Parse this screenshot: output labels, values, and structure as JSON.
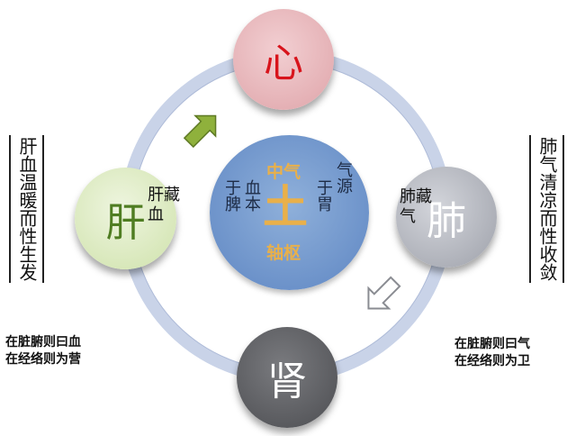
{
  "nodes": {
    "heart": "心",
    "liver": "肝",
    "lung": "肺",
    "kidney": "肾"
  },
  "center": {
    "top": "中气",
    "big": "土",
    "bottom": "轴枢",
    "left_col1": "血本",
    "left_col2": "于脾",
    "right_col1": "气源",
    "right_col2": "于胃"
  },
  "inner_labels": {
    "liver_store": "肝藏血",
    "lung_store": "肺藏气"
  },
  "side_texts": {
    "left": "肝血温暖而性生发",
    "right": "肺气清凉而性收敛"
  },
  "notes": {
    "left_line1": "在脏腑则曰血",
    "left_line2": "在经络则为营",
    "right_line1": "在脏腑则曰气",
    "right_line2": "在经络则为卫"
  },
  "colors": {
    "ring": "#c9d3e8",
    "heart_text": "#d8141c",
    "liver_text": "#4f7d22",
    "center_gold": "#e9b04a",
    "arrow_green": "#8fb13c",
    "arrow_gray": "#a8aab0"
  }
}
